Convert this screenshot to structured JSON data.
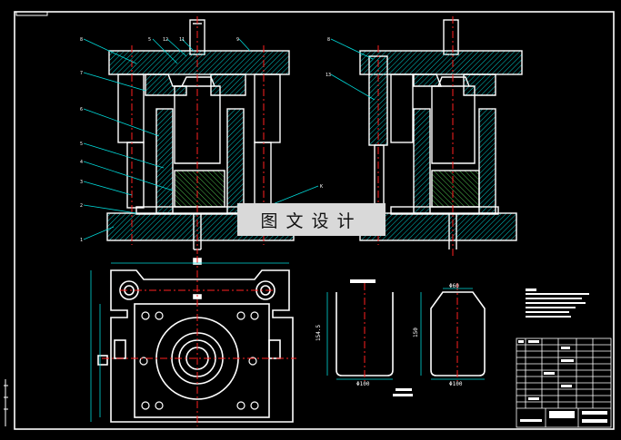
{
  "drawing": {
    "watermark": "图文设计",
    "part_numbers_front": [
      "8",
      "5",
      "12",
      "11",
      "9",
      "7",
      "6",
      "5",
      "4",
      "3",
      "2",
      "1"
    ],
    "part_numbers_side": [
      "8",
      "13"
    ],
    "leader_label_right": "K",
    "dim_left": "154.5",
    "dim_left_bottom": "Φ100",
    "dim_right_top": "Φ60",
    "dim_right": "150",
    "dim_right_bottom": "Φ100"
  },
  "colors": {
    "background": "#000000",
    "outline": "#ffffff",
    "center_line": "#ff2020",
    "leader": "#00d8d8",
    "hatch": "#00c8c8",
    "watermark_bg": "#d9d9d9"
  }
}
